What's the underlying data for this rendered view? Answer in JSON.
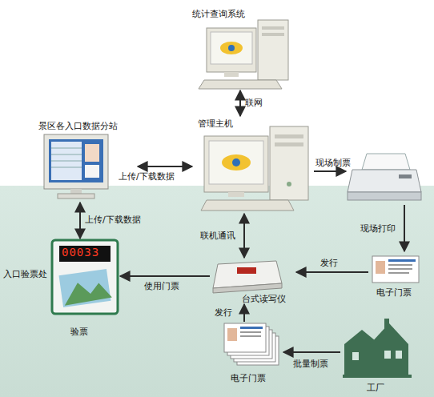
{
  "diagram": {
    "nodes": [
      {
        "text": [
          "统计查询系统"
        ]
      },
      {
        "text": [
          "景区各入口数据分站"
        ]
      },
      {
        "text": [
          "管理主机"
        ]
      },
      {
        "text": [
          "入口验票处",
          "00033",
          "验票"
        ]
      },
      {
        "text": [
          "台式读写仪"
        ]
      },
      {
        "text": [
          "电子门票"
        ]
      },
      {
        "text": [
          "电子门票"
        ]
      },
      {
        "text": [
          "工厂"
        ]
      }
    ],
    "edges": [
      {
        "from": 0,
        "to": 2,
        "label": "联网",
        "arrow": "both"
      },
      {
        "from": 1,
        "to": 2,
        "label": "上传/下载数据",
        "arrow": "both"
      },
      {
        "from": 1,
        "to": 3,
        "label": "上传/下载数据",
        "arrow": "both"
      },
      {
        "from": 2,
        "to": 4,
        "label": "联机通讯",
        "arrow": "both"
      },
      {
        "from": 5,
        "to": 4,
        "label": "发行",
        "arrow": "to"
      },
      {
        "from": 6,
        "to": 4,
        "label": "发行",
        "arrow": "to"
      },
      {
        "from": 4,
        "to": 3,
        "label": "使用门票",
        "arrow": "to"
      },
      {
        "from": 7,
        "to": 6,
        "label": "批量制票",
        "arrow": "to"
      }
    ],
    "labels": [
      "现场制票",
      "现场打印"
    ]
  }
}
